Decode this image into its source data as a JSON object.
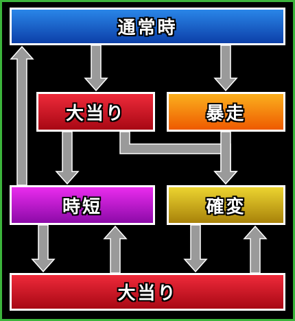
{
  "nodes": {
    "normal": {
      "label": "通常時",
      "colors": [
        "#2a86e8",
        "#0c3fa8"
      ]
    },
    "big_win_1": {
      "label": "大当り",
      "colors": [
        "#ee2a3a",
        "#a80814"
      ]
    },
    "rush": {
      "label": "暴走",
      "colors": [
        "#fbb01e",
        "#ee5a00"
      ]
    },
    "jitan": {
      "label": "時短",
      "colors": [
        "#ea2cee",
        "#8c0aa8"
      ]
    },
    "kakuhen": {
      "label": "確変",
      "colors": [
        "#ecd430",
        "#a8820a"
      ]
    },
    "big_win_2": {
      "label": "大当り",
      "colors": [
        "#ee2a3a",
        "#a80814"
      ]
    }
  },
  "colors": {
    "frame": "#3cb43c",
    "node_border": "#ffffff",
    "arrow_fill": "#9a9a9a",
    "arrow_stroke": "#ffffff"
  }
}
